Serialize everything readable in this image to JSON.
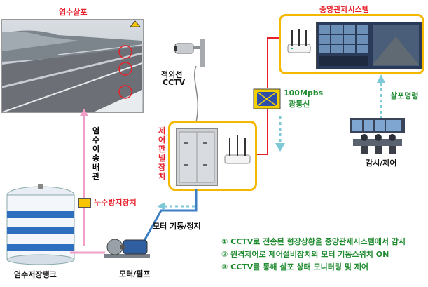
{
  "labels": {
    "spray_title": "염수살포",
    "central_title": "중앙관제시스템",
    "ir_cctv_line1": "적외선",
    "ir_cctv_line2": "CCTV",
    "fiber_line1": "100Mpbs",
    "fiber_line2": "광통신",
    "spray_command": "살포명령",
    "control_panel": "제어판넬장치",
    "brine_pipe": "염수이송배관",
    "monitor_control": "감시/제어",
    "leak_prevention": "누수방지장치",
    "motor_start_stop": "모터 기동/정지",
    "storage_tank": "염수저장탱크",
    "motor_pump": "모터/펌프"
  },
  "steps": [
    "① CCTV로 전송된 형장상황을 중앙관제시스템에서 감시",
    "② 원격제어로 제어설비장치의 모터 기동스위치  ON",
    "③ CCTV를 통해 살포 상태 모니터링 및 제어"
  ],
  "colors": {
    "accent_red": "#e8202a",
    "accent_green": "#1f8b2f",
    "box_border": "#f5b800",
    "pipe_pink": "#f0a0c8",
    "pipe_blue": "#3d7fc4",
    "dashed_arrow": "#7fc8d8"
  },
  "icons": [
    "cctv-camera-icon",
    "router-icon",
    "fiber-switch-icon",
    "monitor-room-icon",
    "tank-icon",
    "pump-icon"
  ]
}
